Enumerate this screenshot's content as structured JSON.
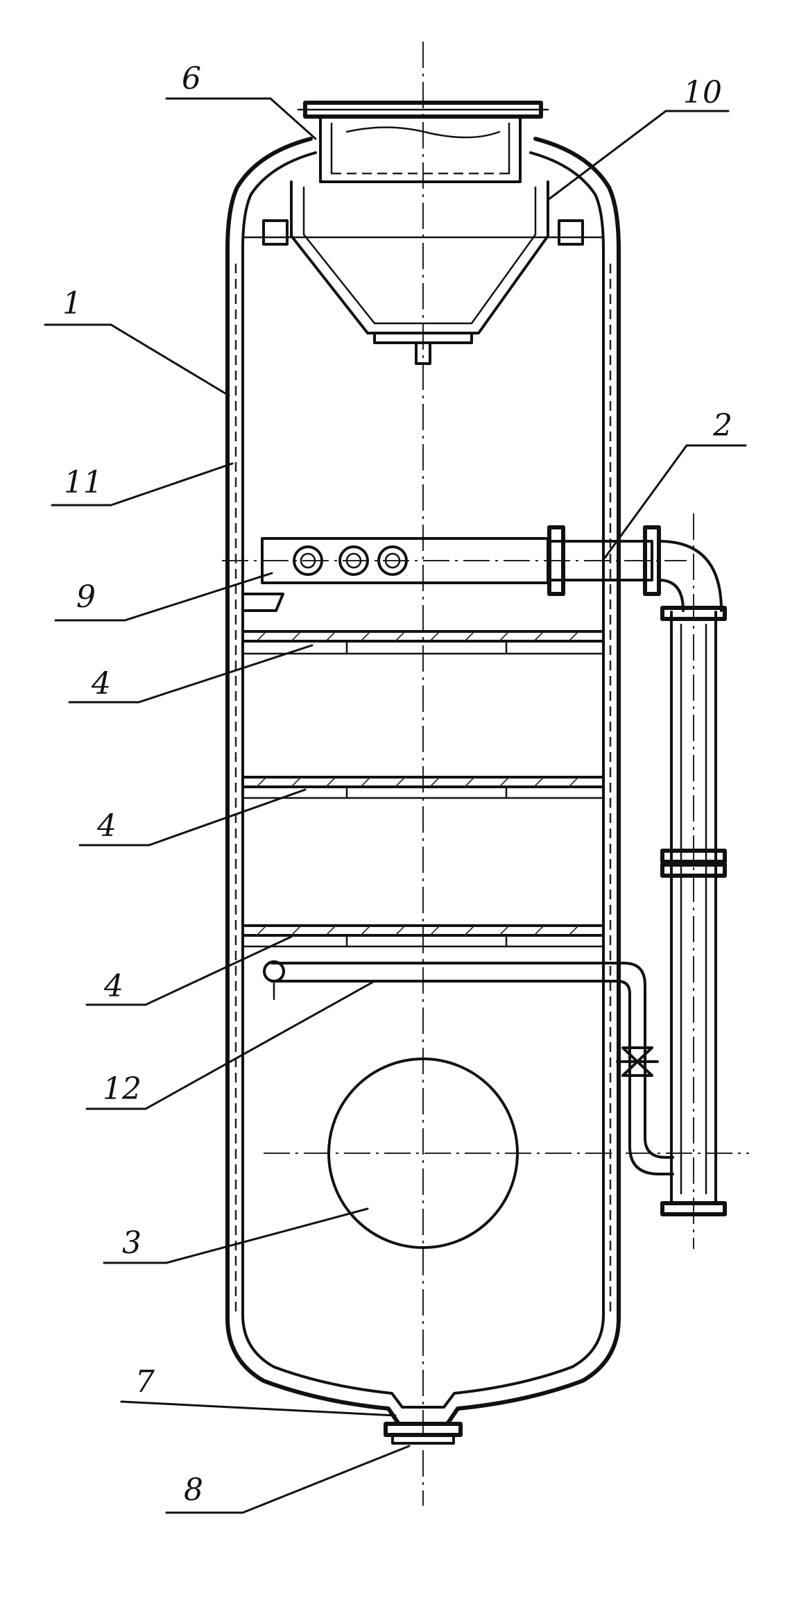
{
  "labels": {
    "l1": "1",
    "l2": "2",
    "l3": "3",
    "l4a": "4",
    "l4b": "4",
    "l4c": "4",
    "l6": "6",
    "l7": "7",
    "l8": "8",
    "l9": "9",
    "l10": "10",
    "l11": "11",
    "l12": "12"
  },
  "colors": {
    "ink": "#111111",
    "background": "#ffffff"
  }
}
